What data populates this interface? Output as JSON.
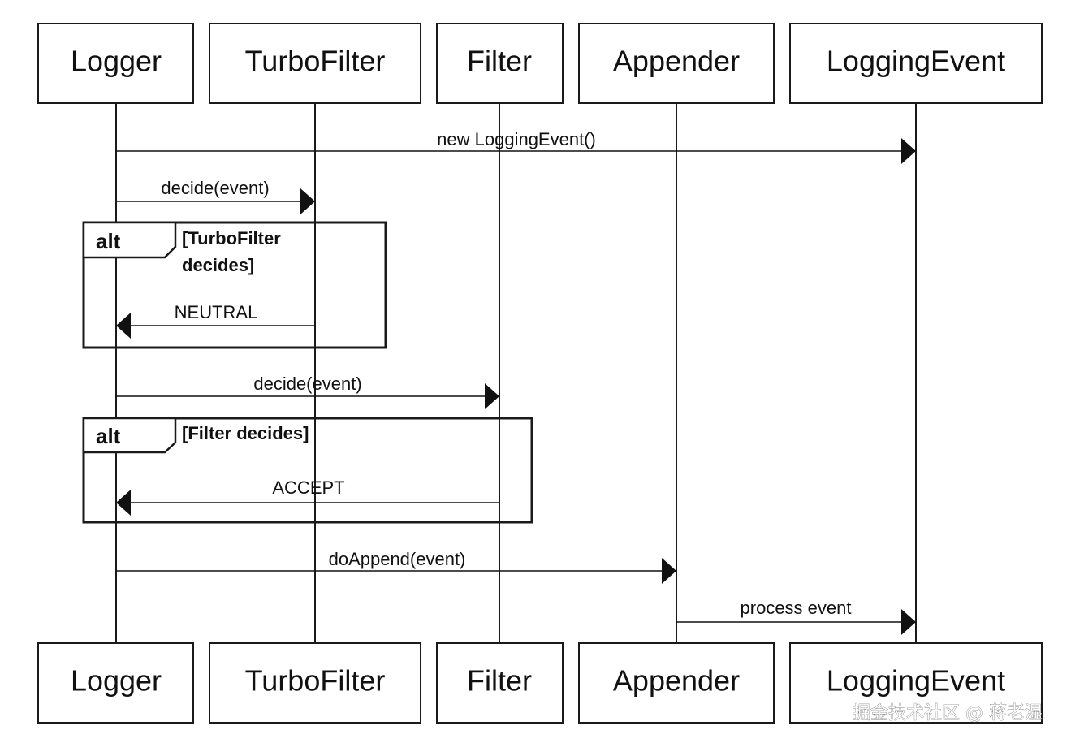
{
  "diagram": {
    "type": "sequence",
    "participants": [
      {
        "id": "logger",
        "label": "Logger"
      },
      {
        "id": "turbofilter",
        "label": "TurboFilter"
      },
      {
        "id": "filter",
        "label": "Filter"
      },
      {
        "id": "appender",
        "label": "Appender"
      },
      {
        "id": "loggingevent",
        "label": "LoggingEvent"
      }
    ],
    "messages": [
      {
        "id": "msg-new-loggingevent",
        "from": "logger",
        "to": "loggingevent",
        "label": "new LoggingEvent()"
      },
      {
        "id": "msg-turbofilter-decide",
        "from": "logger",
        "to": "turbofilter",
        "label": "decide(event)"
      },
      {
        "id": "msg-turbofilter-neutral",
        "from": "turbofilter",
        "to": "logger",
        "label": "NEUTRAL"
      },
      {
        "id": "msg-filter-decide",
        "from": "logger",
        "to": "filter",
        "label": "decide(event)"
      },
      {
        "id": "msg-filter-accept",
        "from": "filter",
        "to": "logger",
        "label": "ACCEPT"
      },
      {
        "id": "msg-doappend",
        "from": "logger",
        "to": "appender",
        "label": "doAppend(event)"
      },
      {
        "id": "msg-process-event",
        "from": "appender",
        "to": "loggingevent",
        "label": "process event"
      }
    ],
    "frames": [
      {
        "id": "alt-turbofilter",
        "operator": "alt",
        "guard_lines": [
          "[TurboFilter",
          "decides]"
        ]
      },
      {
        "id": "alt-filter",
        "operator": "alt",
        "guard_lines": [
          "[Filter decides]"
        ]
      }
    ]
  },
  "watermark": {
    "text": "掘金技术社区 @ 蒋老湿"
  }
}
